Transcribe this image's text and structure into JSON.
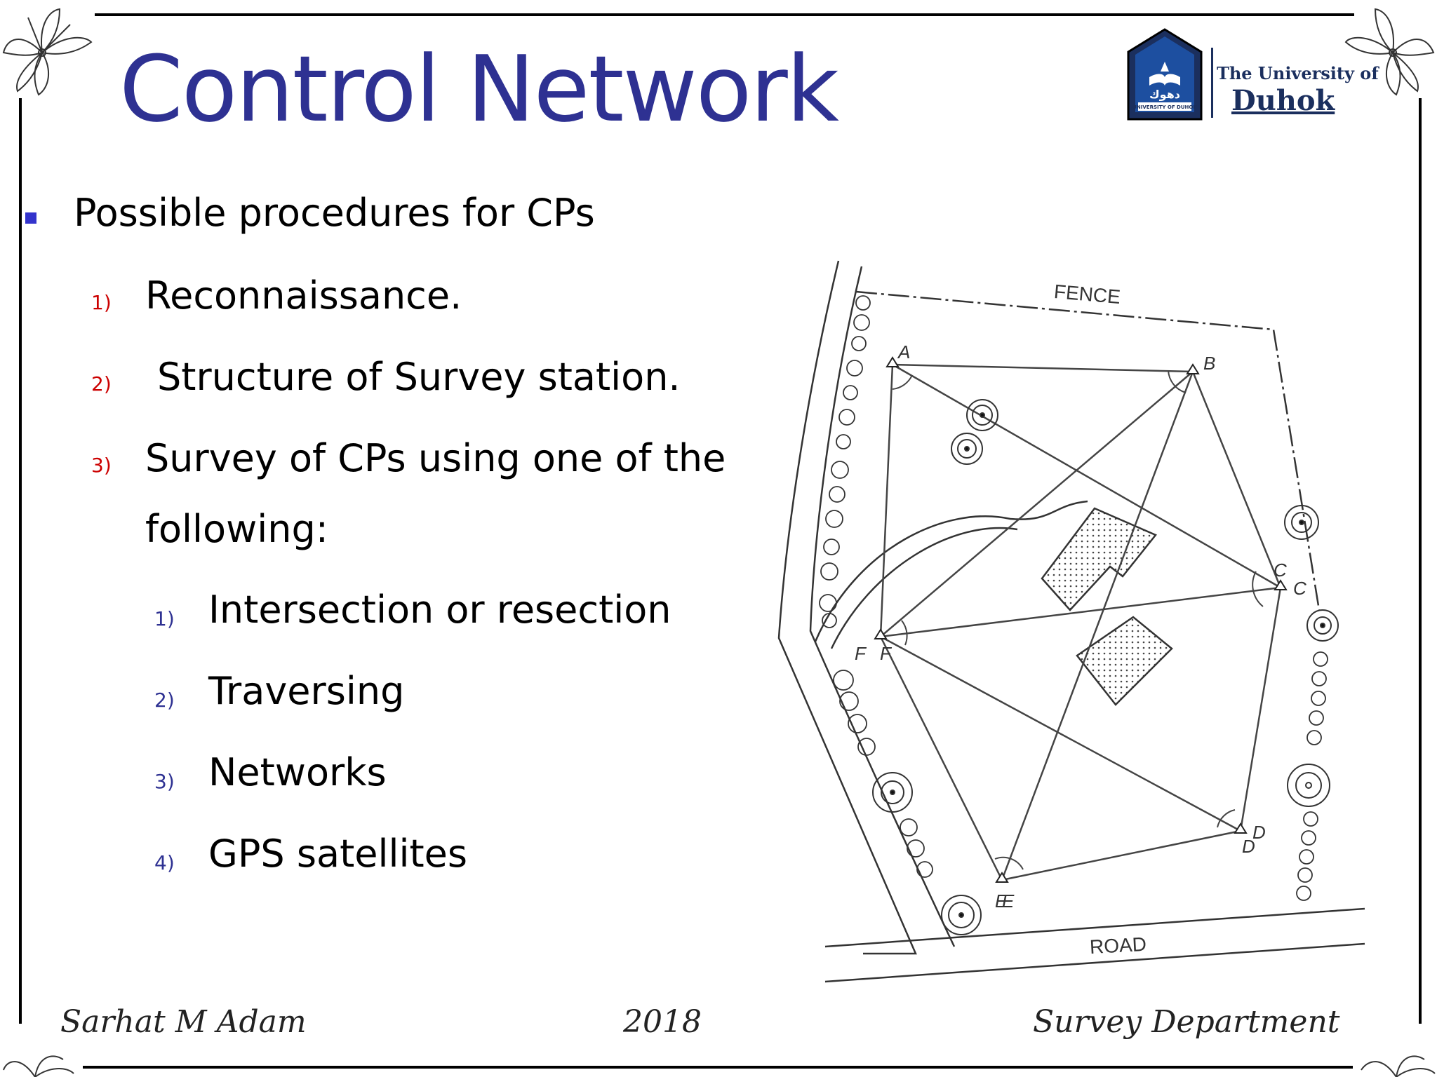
{
  "slide": {
    "title": "Control Network",
    "colors": {
      "title": "#2e3192",
      "bullet": "#3333cc",
      "level1_number": "#cc0000",
      "level2_number": "#2e3192"
    }
  },
  "logo": {
    "line1": "The University of",
    "line2": "Duhok",
    "seal_text": "UNIVERSITY OF DUHOK",
    "seal_arabic": "دهوك"
  },
  "content": {
    "main_bullet": "Possible procedures for CPs",
    "items": [
      {
        "number": "1)",
        "text": "Reconnaissance."
      },
      {
        "number": "2)",
        "text": "Structure of Survey station."
      },
      {
        "number": "3)",
        "text": "Survey of CPs using one of the",
        "continuation": "following:"
      }
    ],
    "subitems": [
      {
        "number": "1)",
        "text": "Intersection or resection"
      },
      {
        "number": "2)",
        "text": "Traversing"
      },
      {
        "number": "3)",
        "text": "Networks"
      },
      {
        "number": "4)",
        "text": "GPS satellites"
      }
    ]
  },
  "diagram": {
    "fence_label": "FENCE",
    "road_label": "ROAD",
    "stations": [
      "A",
      "B",
      "C",
      "D",
      "E",
      "F"
    ],
    "station_labels": {
      "A": "A",
      "B": "B",
      "C1": "C",
      "C2": "C",
      "D1": "D",
      "D2": "D",
      "E1": "E",
      "E2": "E",
      "F1": "F",
      "F2": "F"
    }
  },
  "footer": {
    "author": "Sarhat M Adam",
    "year": "2018",
    "department": "Survey Department"
  }
}
